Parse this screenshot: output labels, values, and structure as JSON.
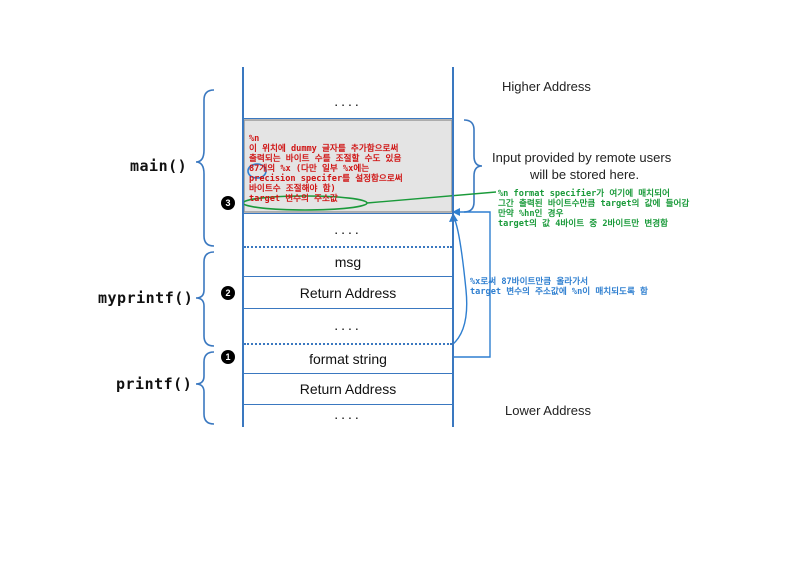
{
  "headings": {
    "higher_address": "Higher Address",
    "lower_address": "Lower Address",
    "input_line1": "Input provided by remote users",
    "input_line2": "will be stored here."
  },
  "frames": {
    "main": "main()",
    "myprintf": "myprintf()",
    "printf": "printf()"
  },
  "cells": {
    "dots_top": "....",
    "dots_mid1": "....",
    "msg": "msg",
    "return_address_1": "Return Address",
    "dots_mid2": "....",
    "format_string": "format string",
    "return_address_2": "Return Address",
    "dots_bottom": "...."
  },
  "markers": {
    "one": "1",
    "two": "2",
    "three": "3"
  },
  "red_note": {
    "line1": "%n",
    "line2": "이 위치에 dummy 글자를 추가함으로써",
    "line3": "출력되는 바이트 수를 조절할 수도 있음",
    "line4": "87개의 %x (다만 일부 %x에는",
    "line5": "precision specifer를 설정함으로써",
    "line6": "바이트수 조절해야 함)",
    "line7": "target 변수의 주소값"
  },
  "green_note": {
    "line1": "%n format specifier가 여기에 매치되어",
    "line2": "그간 출력된 바이트수만큼 target의 값에 들어감",
    "line3": "만약 %hn인 경우",
    "line4": "target의 값 4바이트 중 2바이트만 변경함"
  },
  "blue_note": {
    "line1": "%x로써 87바이트만큼 올라가서",
    "line2": "target 변수의 주소값에 %n이 매치되도록 함"
  },
  "colors": {
    "stack_line": "#3a78c0",
    "red_note": "#d01515",
    "green_note": "#1a9a3a",
    "blue_note": "#2f7fd0",
    "highlight_fill": "#e4e4e4"
  }
}
